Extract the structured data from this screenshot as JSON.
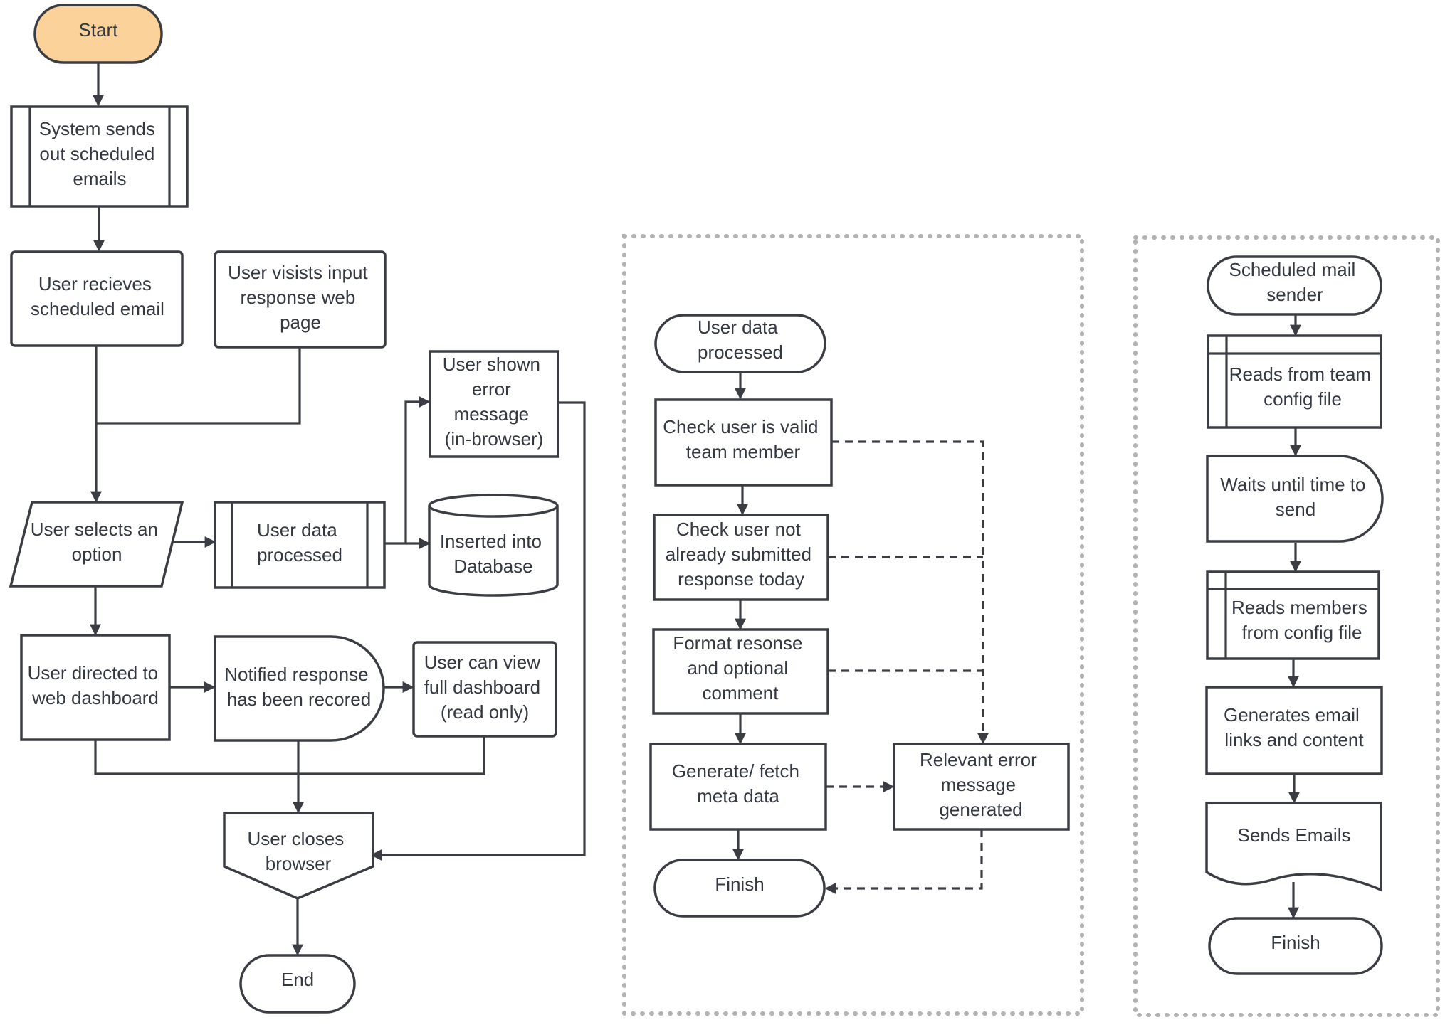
{
  "colors": {
    "start_fill": "#fbd39a",
    "stroke": "#3a3d44",
    "text": "#333842",
    "group_border": "#b3b3b3"
  },
  "main_flow": {
    "start": "Start",
    "system_sends": [
      "System sends",
      "out scheduled",
      "emails"
    ],
    "user_receives": [
      "User recieves",
      "scheduled email"
    ],
    "user_visits": [
      "User visists input",
      "response web",
      "page"
    ],
    "error_shown": [
      "User shown",
      "error",
      "message",
      "(in-browser)"
    ],
    "user_selects": [
      "User selects an",
      "option"
    ],
    "data_processed": [
      "User data",
      "processed"
    ],
    "inserted_db": [
      "Inserted into",
      "Database"
    ],
    "directed_dashboard": [
      "User directed to",
      "web dashboard"
    ],
    "notified": [
      "Notified response",
      "has been recored"
    ],
    "view_dashboard": [
      "User can view",
      "full dashboard",
      "(read only)"
    ],
    "closes_browser": [
      "User closes",
      "browser"
    ],
    "end": "End"
  },
  "processing_flow": {
    "start": [
      "User data",
      "processed"
    ],
    "check_valid": [
      "Check user is valid",
      "team member"
    ],
    "check_submitted": [
      "Check user not",
      "already submitted",
      "response today"
    ],
    "format": [
      "Format resonse",
      "and optional",
      "comment"
    ],
    "generate": [
      "Generate/ fetch",
      "meta data"
    ],
    "error_generated": [
      "Relevant error",
      "message",
      "generated"
    ],
    "finish": "Finish"
  },
  "mail_flow": {
    "start": [
      "Scheduled mail",
      "sender"
    ],
    "reads_team": [
      "Reads from team",
      "config file"
    ],
    "waits": [
      "Waits until time to",
      "send"
    ],
    "reads_members": [
      "Reads members",
      "from config file"
    ],
    "generates": [
      "Generates email",
      "links and content"
    ],
    "sends": "Sends Emails",
    "finish": "Finish"
  }
}
